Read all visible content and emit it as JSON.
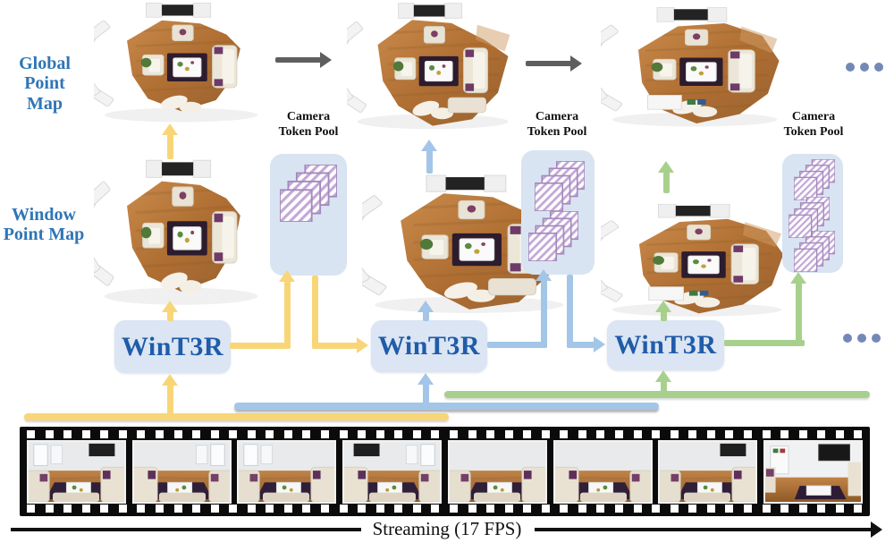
{
  "figure": {
    "row_labels": {
      "global": {
        "line1": "Global",
        "line2": "Point Map"
      },
      "window": {
        "line1": "Window",
        "line2": "Point Map"
      }
    },
    "models": [
      {
        "label": "WinT3R",
        "theme": "yellow"
      },
      {
        "label": "WinT3R",
        "theme": "blue"
      },
      {
        "label": "WinT3R",
        "theme": "green"
      }
    ],
    "pools": [
      {
        "label_line1": "Camera",
        "label_line2": "Token Pool",
        "token_stacks": 1
      },
      {
        "label_line1": "Camera",
        "label_line2": "Token Pool",
        "token_stacks": 2
      },
      {
        "label_line1": "Camera",
        "label_line2": "Token Pool",
        "token_stacks": 3
      }
    ],
    "ellipsis": {
      "count": 3
    },
    "streaming": {
      "label": "Streaming (17 FPS)"
    },
    "film_strip": {
      "frames": [
        {
          "name": "frame-1",
          "scene": "living-room"
        },
        {
          "name": "frame-2",
          "scene": "living-room"
        },
        {
          "name": "frame-3",
          "scene": "living-room"
        },
        {
          "name": "frame-4",
          "scene": "living-room"
        },
        {
          "name": "frame-5",
          "scene": "living-room"
        },
        {
          "name": "frame-6",
          "scene": "living-room"
        },
        {
          "name": "frame-7",
          "scene": "living-room"
        },
        {
          "name": "frame-8",
          "scene": "kitchen"
        }
      ]
    },
    "colors": {
      "label_blue": "#2e75b6",
      "model_text_blue": "#1f5ca9",
      "panel_fill": "#dbe5f3",
      "arrow_yellow": "#f8d678",
      "arrow_blue": "#a3c6e8",
      "arrow_green": "#a8d08d",
      "arrow_gray": "#5f5f5f",
      "ellipsis_dots": "#7488b8",
      "token_hatch": "#b79bd0"
    }
  }
}
